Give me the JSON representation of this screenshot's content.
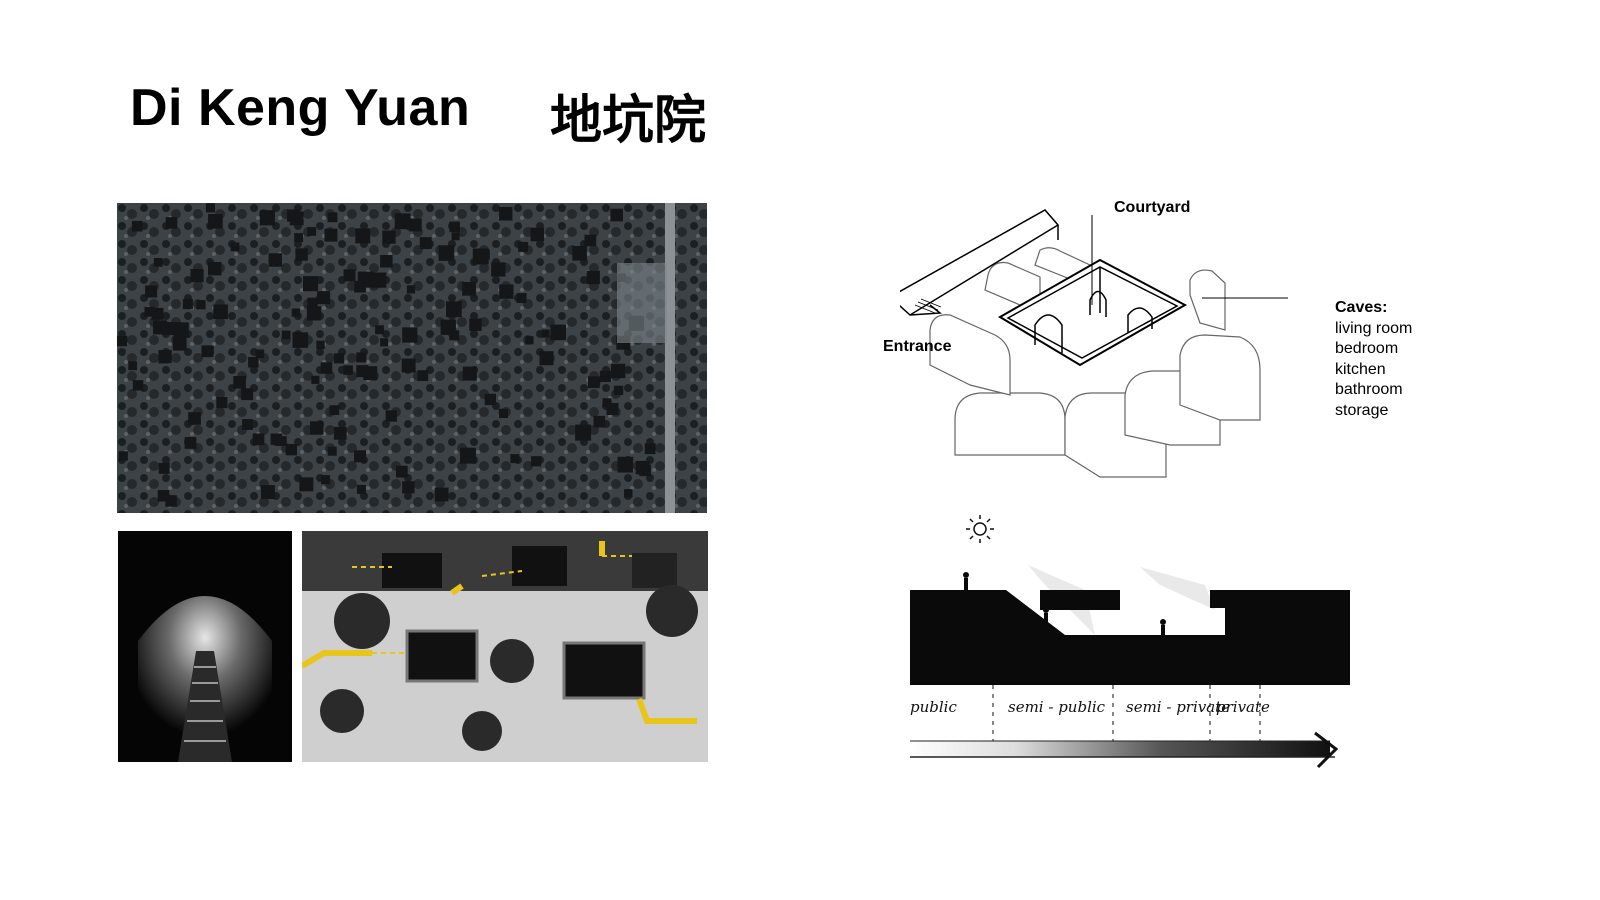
{
  "title": {
    "english": "Di Keng Yuan",
    "chinese": "地坑院"
  },
  "diagram": {
    "courtyard_label": "Courtyard",
    "entrance_label": "Entrance",
    "caves_heading": "Caves:",
    "caves_items": [
      "living room",
      "bedroom",
      "kitchen",
      "bathroom",
      "storage"
    ]
  },
  "section": {
    "zones": [
      "public",
      "semi - public",
      "semi - private",
      "private"
    ]
  },
  "colors": {
    "highlight": "#e8c51a",
    "ink": "#0a0a0a"
  }
}
